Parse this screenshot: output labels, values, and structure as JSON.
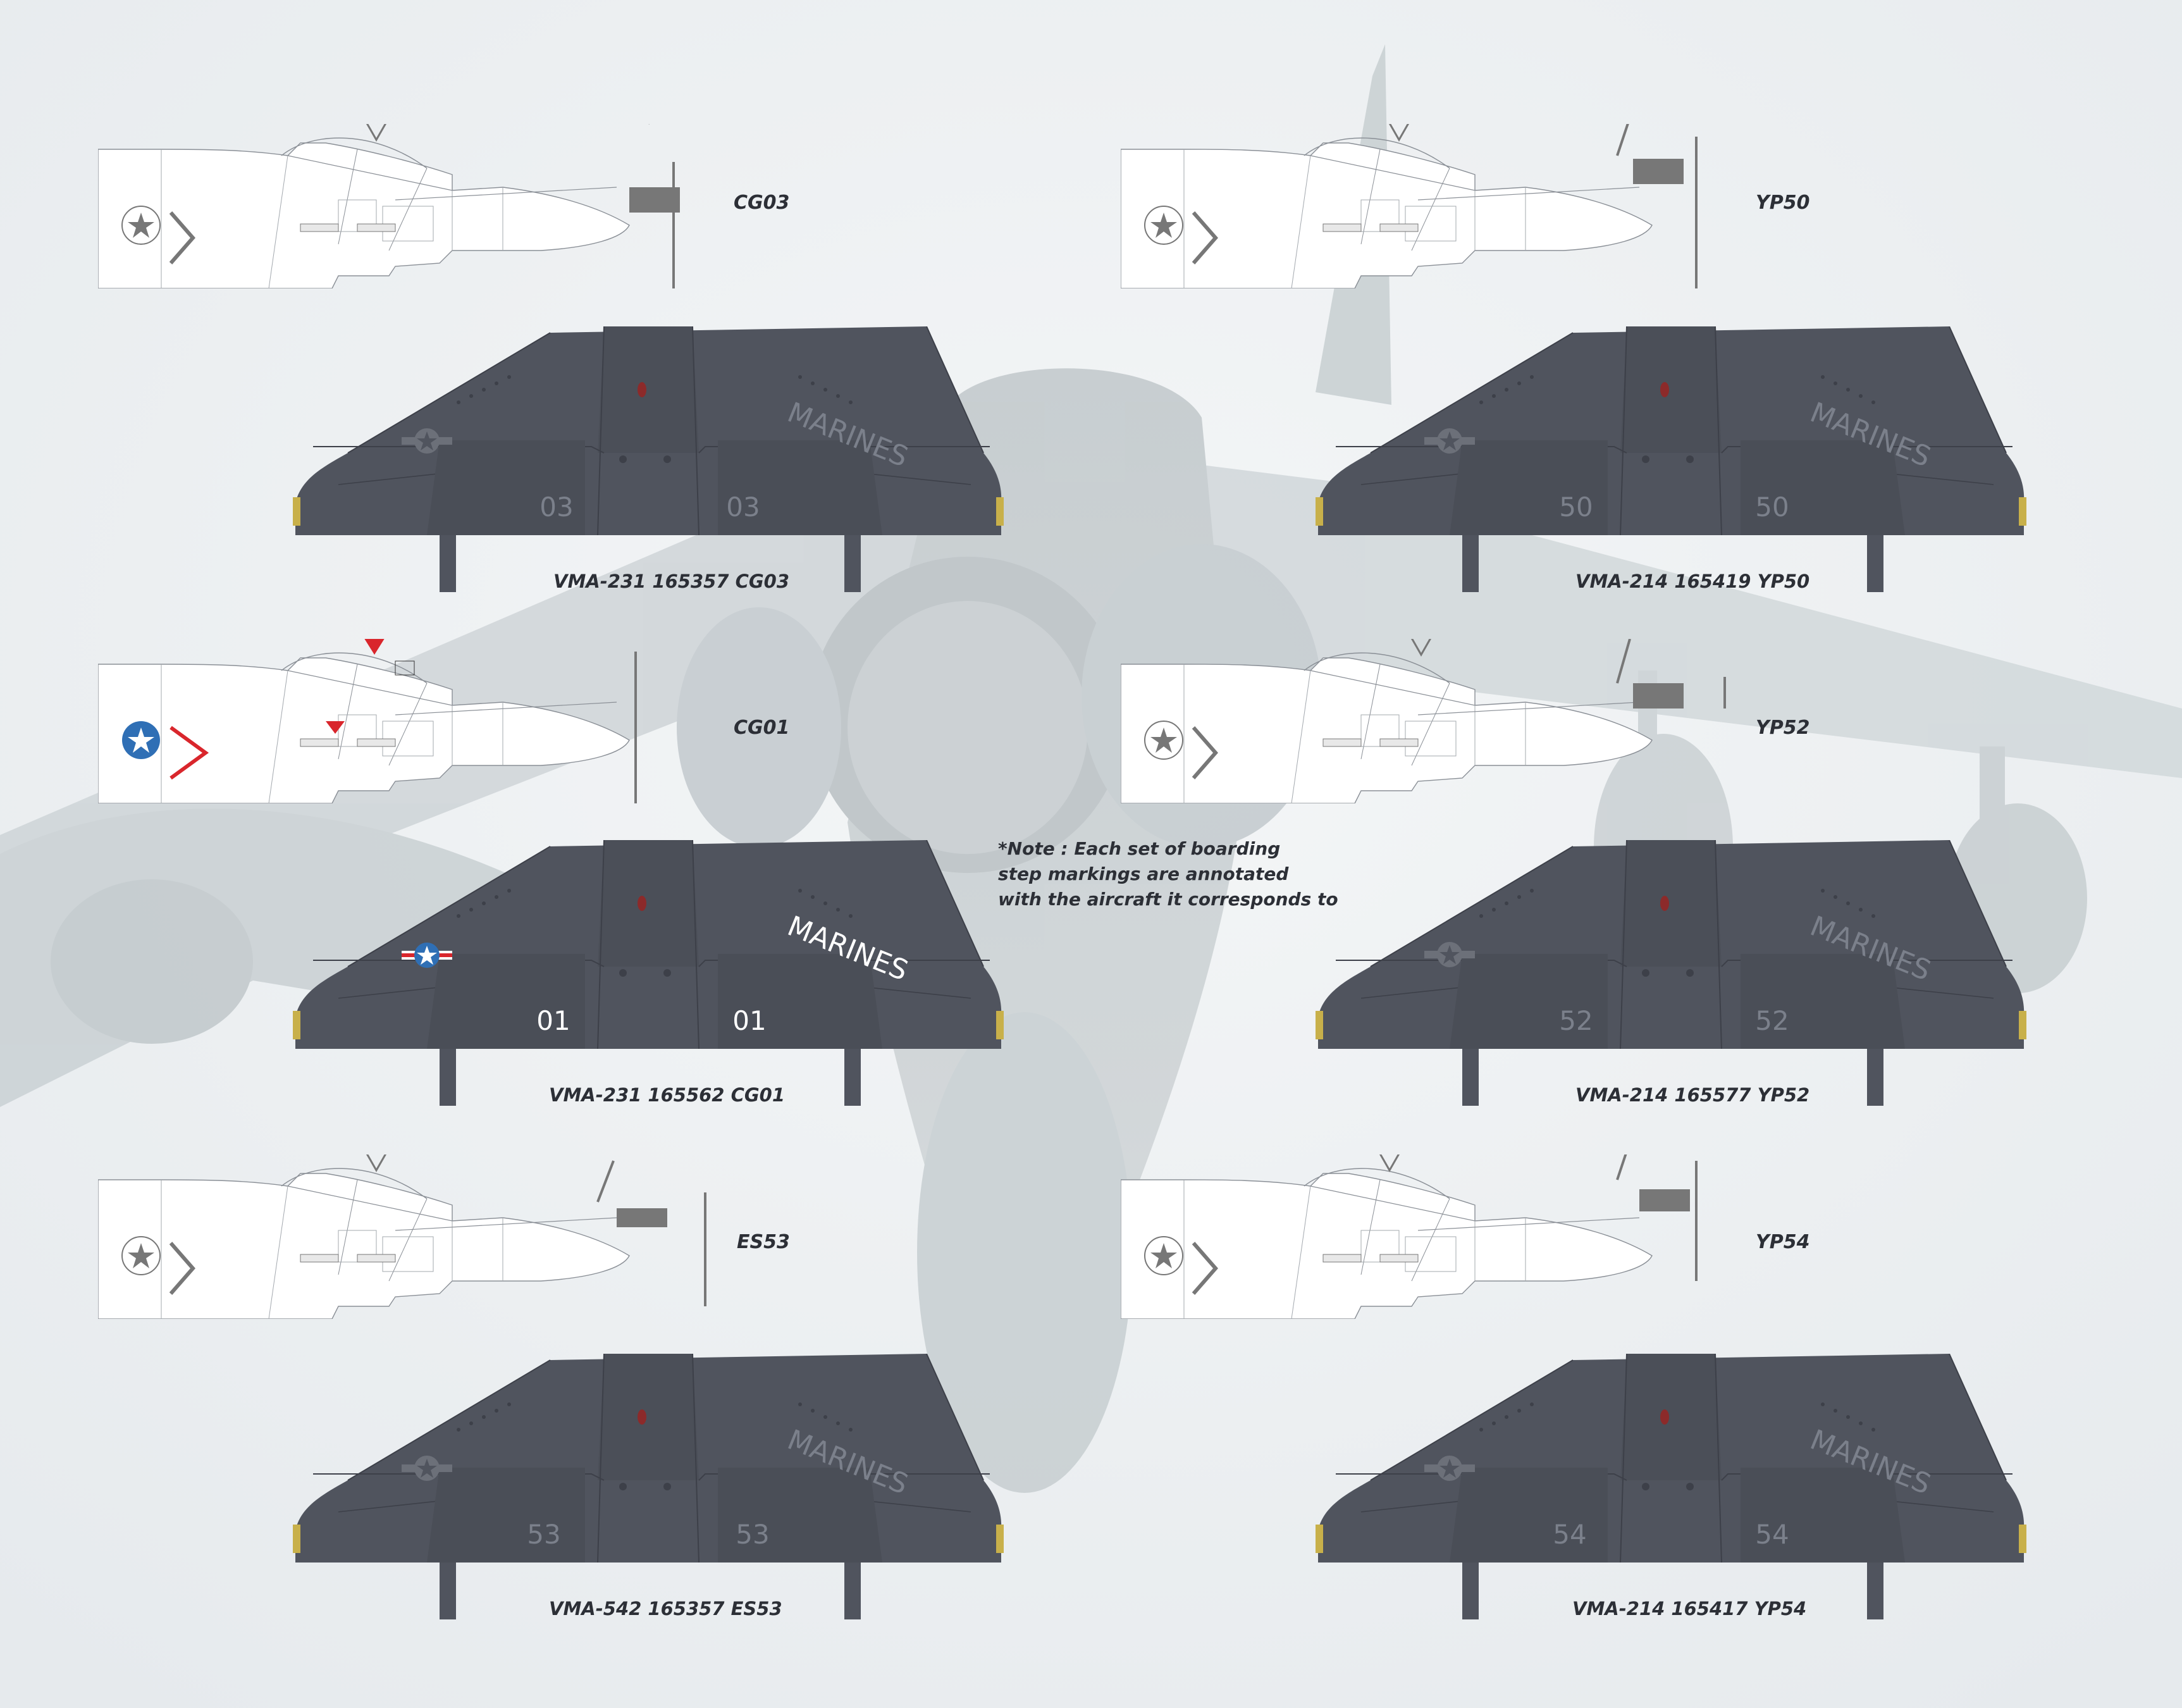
{
  "colors": {
    "wing": "#50545e",
    "wing_line": "#3d4049",
    "wing_text": "#7b808b",
    "white_text": "#ffffff",
    "insignia_blue": "#2f6fb5",
    "warning_red": "#d9262c",
    "label": "#2c2f36"
  },
  "note": {
    "lines": [
      "*Note : Each set of boarding",
      "step markings are annotated",
      "with the aircraft it corresponds to"
    ]
  },
  "variants": [
    {
      "code": "CG03",
      "caption": "VMA-231 165357 CG03",
      "marines_text": "MARINES",
      "number": "03",
      "color_scheme": "low-vis",
      "profile_color": "grey"
    },
    {
      "code": "YP50",
      "caption": "VMA-214 165419 YP50",
      "marines_text": "MARINES",
      "number": "50",
      "color_scheme": "low-vis",
      "profile_color": "grey"
    },
    {
      "code": "CG01",
      "caption": "VMA-231 165562 CG01",
      "marines_text": "MARINES",
      "number": "01",
      "color_scheme": "high-vis",
      "profile_color": "red"
    },
    {
      "code": "YP52",
      "caption": "VMA-214 165577 YP52",
      "marines_text": "MARINES",
      "number": "52",
      "color_scheme": "low-vis",
      "profile_color": "grey"
    },
    {
      "code": "ES53",
      "caption": "VMA-542 165357 ES53",
      "marines_text": "MARINES",
      "number": "53",
      "color_scheme": "low-vis",
      "profile_color": "grey"
    },
    {
      "code": "YP54",
      "caption": "VMA-214 165417 YP54",
      "marines_text": "MARINES",
      "number": "54",
      "color_scheme": "low-vis",
      "profile_color": "grey"
    }
  ]
}
